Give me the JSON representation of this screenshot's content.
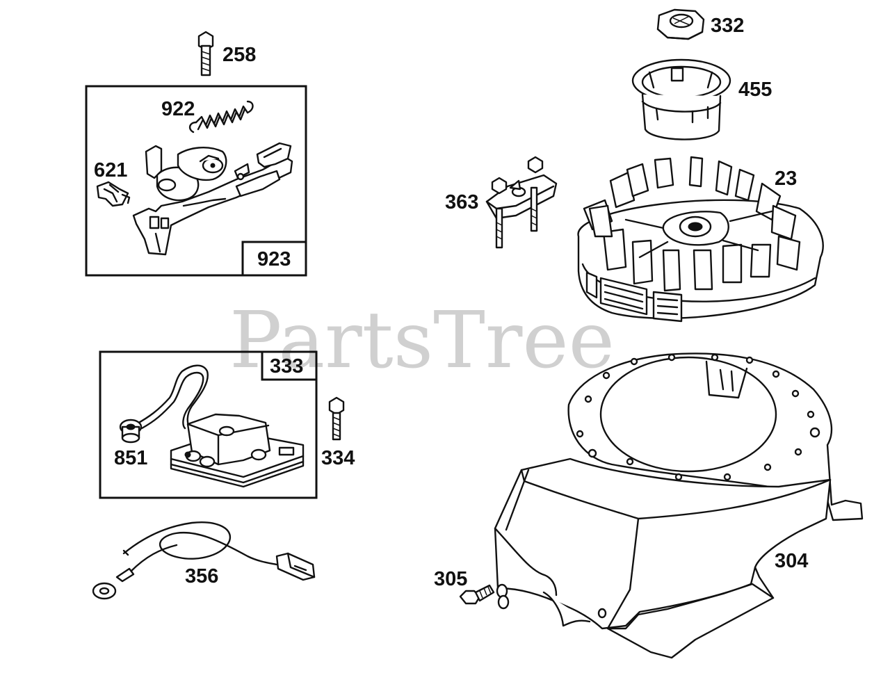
{
  "watermark": "PartsTree",
  "labels": {
    "p258": "258",
    "p922": "922",
    "p621": "621",
    "p923": "923",
    "p333": "333",
    "p851": "851",
    "p334": "334",
    "p356": "356",
    "p332": "332",
    "p455": "455",
    "p23": "23",
    "p363": "363",
    "p305": "305",
    "p304": "304"
  }
}
